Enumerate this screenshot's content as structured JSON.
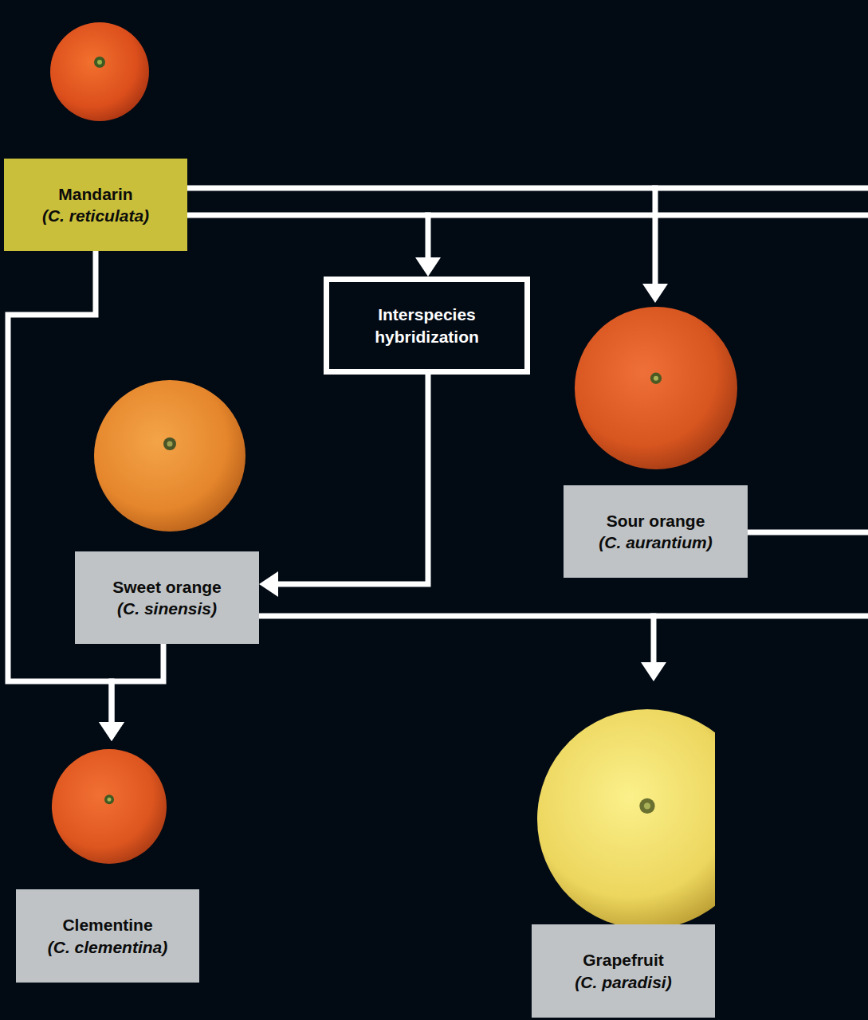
{
  "diagram": {
    "nodes": [
      {
        "text": [
          "Mandarin",
          "(C. reticulata)"
        ]
      },
      {
        "text": [
          "Interspecies hybridization"
        ]
      },
      {
        "text": [
          "Sour orange",
          "(C. aurantium)"
        ]
      },
      {
        "text": [
          "Sweet orange",
          "(C. sinensis)"
        ]
      },
      {
        "text": [
          "Clementine",
          "(C. clementina)"
        ]
      },
      {
        "text": [
          "Grapefruit",
          "(C. paradisi)"
        ]
      }
    ],
    "edges": [
      {
        "from": 0,
        "to": 1,
        "arrow": "to"
      },
      {
        "from": 0,
        "to": 2,
        "arrow": "to"
      },
      {
        "from": 1,
        "to": 3,
        "arrow": "to"
      },
      {
        "from": 0,
        "to": 4,
        "arrow": "to"
      },
      {
        "from": 3,
        "to": 4,
        "arrow": "to"
      },
      {
        "from": 3,
        "to": 5,
        "arrow": "to"
      }
    ]
  }
}
